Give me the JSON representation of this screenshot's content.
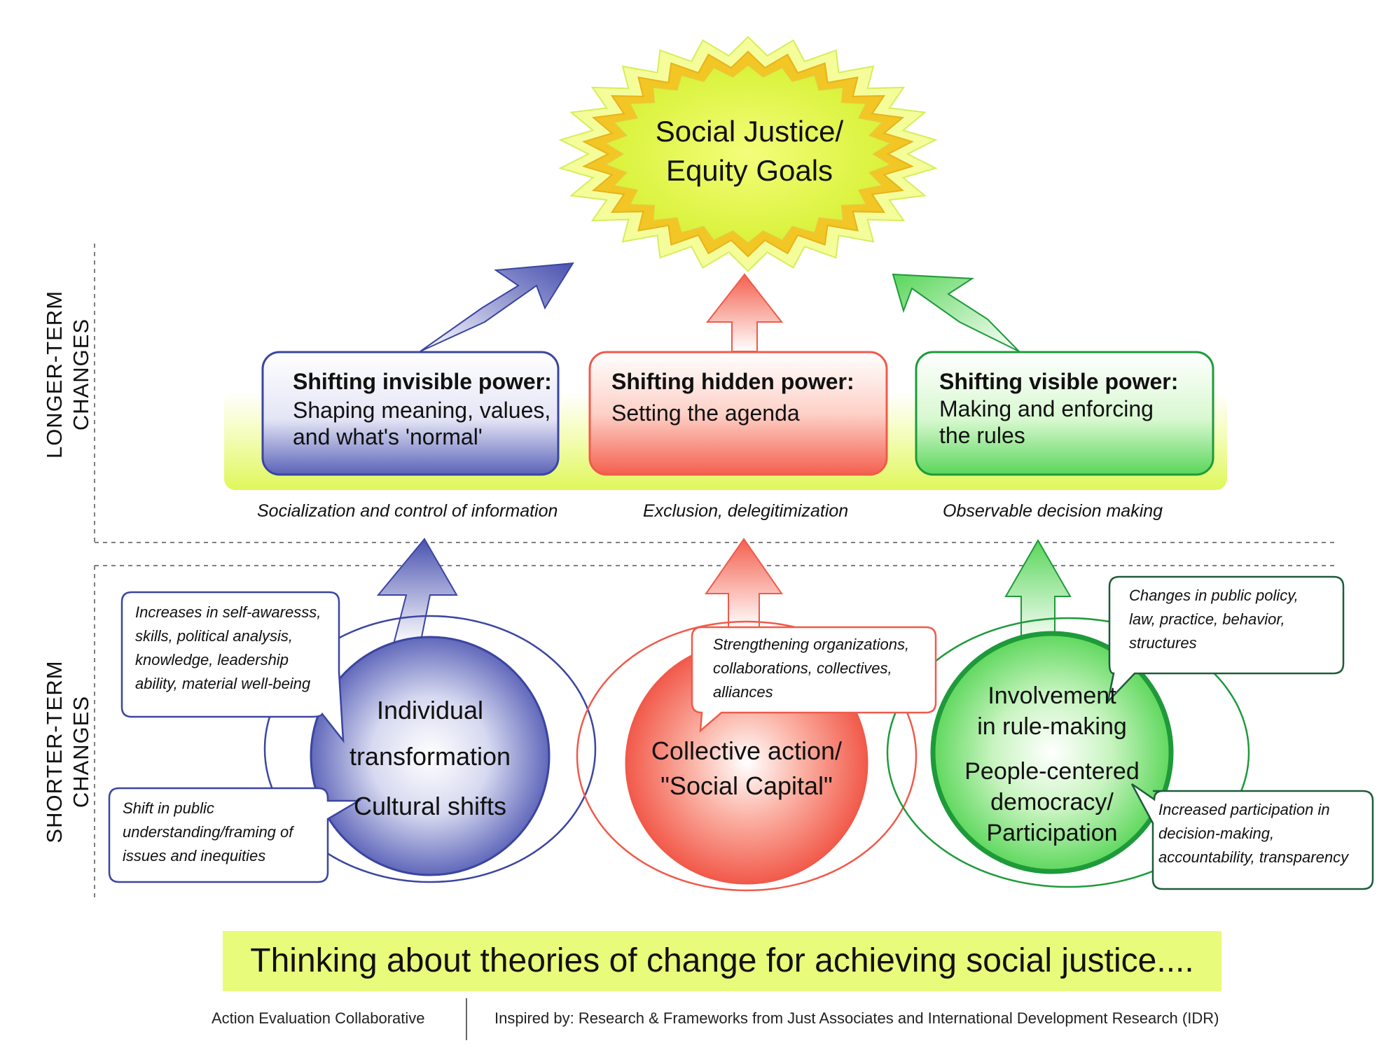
{
  "goal": {
    "line1": "Social Justice/",
    "line2": "Equity Goals"
  },
  "sides": {
    "longer": "LONGER-TERM\nCHANGES",
    "shorter": "SHORTER-TERM\nCHANGES"
  },
  "power_boxes": [
    {
      "title": "Shifting invisible power:",
      "desc": "Shaping meaning, values,\nand what's 'normal'",
      "mechanism": "Socialization and control of information"
    },
    {
      "title": "Shifting hidden power:",
      "desc": "Setting the agenda",
      "mechanism": "Exclusion, delegitimization"
    },
    {
      "title": "Shifting visible power:",
      "desc": "Making and enforcing\nthe rules",
      "mechanism": "Observable decision making"
    }
  ],
  "circles": [
    {
      "top_label": "Individual\ntransformation",
      "bottom_label": "Cultural shifts"
    },
    {
      "label": "Collective action/\n\"Social Capital\""
    },
    {
      "top_label": "Involvement\nin rule-making",
      "bottom_label": "People-centered\ndemocracy/\nParticipation"
    }
  ],
  "bubbles": {
    "blue_upper": "Increases in self-awaresss,\nskills, political analysis,\nknowledge, leadership\nability, material well-being",
    "blue_lower": "Shift in public\nunderstanding/framing of\nissues and inequities",
    "red": "Strengthening organizations,\ncollaborations, collectives,\nalliances",
    "green_upper": "Changes in public policy,\nlaw, practice, behavior,\nstructures",
    "green_lower": "Increased participation in\ndecision-making,\naccountability, transparency"
  },
  "footer": {
    "banner": "Thinking about theories of change for achieving social justice....",
    "credit_left": "Action Evaluation Collaborative",
    "credit_right": "Inspired by: Research & Frameworks from Just Associates and International Development Research (IDR)"
  },
  "colors": {
    "blue": "#4350a8",
    "red": "#f05a4a",
    "green": "#1e9a3a",
    "yellow": "#e9fb7a",
    "gold": "#f2c21f"
  }
}
